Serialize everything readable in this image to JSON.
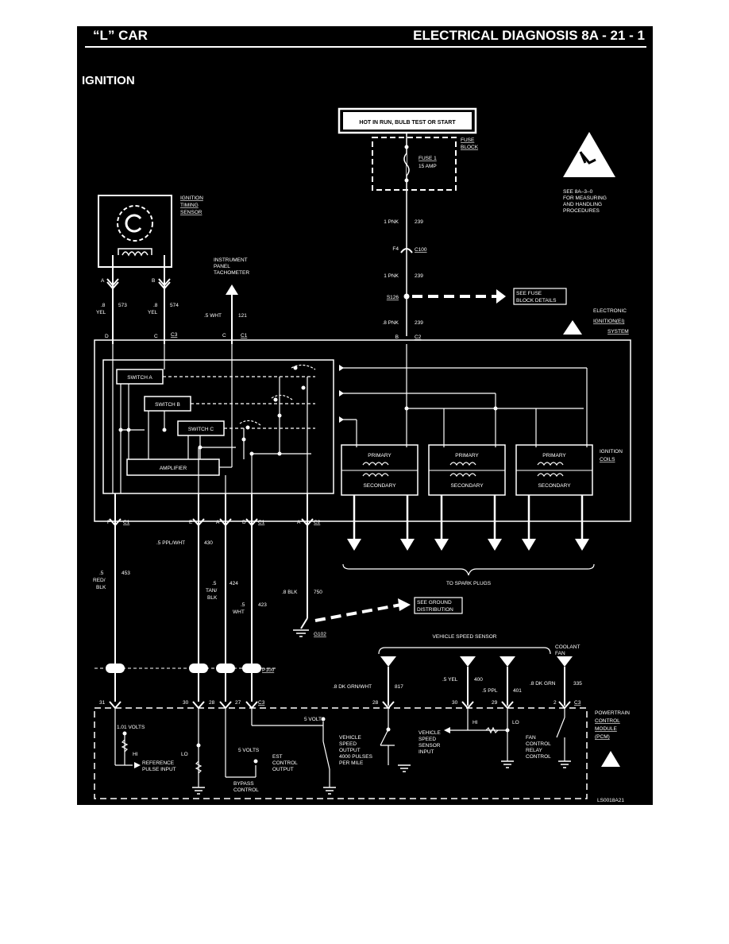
{
  "header": {
    "left": "“L” CAR",
    "right": "ELECTRICAL DIAGNOSIS   8A - 21 - 1"
  },
  "section_title": "IGNITION",
  "power_box": "HOT IN RUN, BULB TEST OR START",
  "fuse_block": {
    "label1": "FUSE",
    "label2": "BLOCK",
    "fuse_name": "FUSE 1",
    "fuse_rating": "15 AMP"
  },
  "esd_note": [
    "SEE 8A–3–0",
    "FOR MEASURING",
    "AND HANDLING",
    "PROCEDURES"
  ],
  "sensor": {
    "label": [
      "IGNITION",
      "TIMING",
      "SENSOR"
    ],
    "pin_a": "A",
    "pin_b": "B"
  },
  "wires": {
    "w573_size": ".8",
    "w573_color": "YEL",
    "w573_num": "573",
    "w574_size": ".8",
    "w574_color": "YEL",
    "w574_num": "574",
    "w121": ".5 WHT",
    "w121_num": "121",
    "pnk1": "1 PNK",
    "pnk1_num": "239",
    "pnk2": "1 PNK",
    "pnk2_num": "239",
    "pnk3": ".8 PNK",
    "pnk3_num": "239",
    "w453_size": ".5",
    "w453_color": "RED/",
    "w453_color2": "BLK",
    "w453_num": "453",
    "w430": ".5 PPL/WHT",
    "w430_num": "430",
    "w424_size": ".5",
    "w424_color": "TAN/",
    "w424_color2": "BLK",
    "w424_num": "424",
    "w423_size": ".5",
    "w423_color": "WHT",
    "w423_num": "423",
    "w750": ".8 BLK",
    "w750_num": "750",
    "w817": ".8 DK GRN/WHT",
    "w817_num": "817",
    "w400": ".5 YEL",
    "w400_num": "400",
    "w401": ".5 PPL",
    "w401_num": "401",
    "w335": ".8 DK GRN",
    "w335_num": "335"
  },
  "connectors": {
    "f4": "F4",
    "c100": "C100",
    "s126": "S126",
    "b": "B",
    "c2": "C2",
    "c3": "C3",
    "c1": "C1",
    "pins_c1": [
      "F",
      "E",
      "A",
      "D"
    ],
    "pin_c2": "A",
    "p100": "P100",
    "g102": "G102",
    "sensor_c": "C",
    "sensor_d": "D"
  },
  "tachometer": [
    "INSTRUMENT",
    "PANEL",
    "TACHOMETER"
  ],
  "see_fuse": [
    "SEE FUSE",
    "BLOCK DETAILS"
  ],
  "eis_label": [
    "ELECTRONIC",
    "IGNITION(EI)",
    "SYSTEM"
  ],
  "module": {
    "switch_a": "SWITCH A",
    "switch_b": "SWITCH B",
    "switch_c": "SWITCH C",
    "amplifier": "AMPLIFIER",
    "primary": "PRIMARY",
    "secondary": "SECONDARY"
  },
  "coils_label": [
    "IGNITION",
    "COILS"
  ],
  "spark_plugs": "TO SPARK PLUGS",
  "see_ground": [
    "SEE GROUND",
    "DISTRIBUTION"
  ],
  "vss": "VEHICLE SPEED SENSOR",
  "coolant": [
    "COOLANT",
    "FAN"
  ],
  "pcm": {
    "pins": [
      "31",
      "30",
      "28",
      "27",
      "28",
      "30",
      "29",
      "2"
    ],
    "label": [
      "POWERTRAIN",
      "CONTROL",
      "MODULE",
      "(PCM)"
    ],
    "volts1": "1.01 VOLTS",
    "volts5a": "5 VOLTS",
    "volts5b": "5 VOLTS",
    "hi": "HI",
    "lo": "LO",
    "ref": [
      "REFERENCE",
      "PULSE INPUT"
    ],
    "bypass": [
      "BYPASS",
      "CONTROL"
    ],
    "est": [
      "EST",
      "CONTROL",
      "OUTPUT"
    ],
    "vsso": [
      "VEHICLE",
      "SPEED",
      "OUTPUT",
      "4000 PULSES",
      "PER MILE"
    ],
    "vssi": [
      "VEHICLE",
      "SPEED",
      "SENSOR",
      "INPUT"
    ],
    "fan": [
      "FAN",
      "CONTROL",
      "RELAY",
      "CONTROL"
    ]
  },
  "code": "LS0018A21"
}
